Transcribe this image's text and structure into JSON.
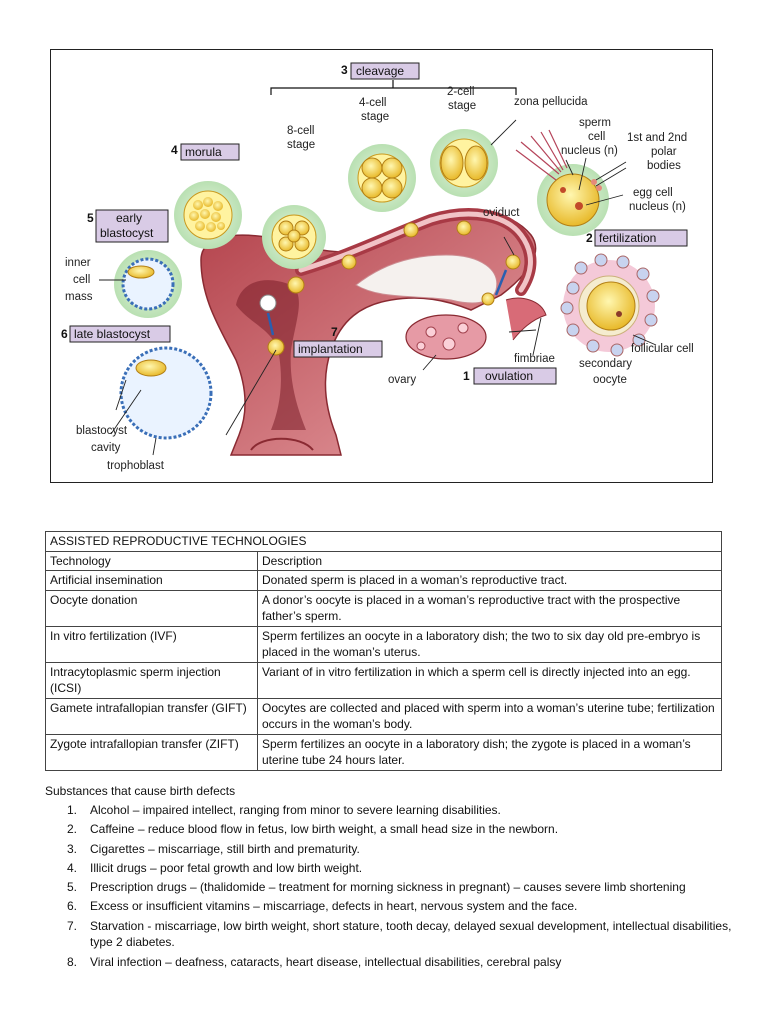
{
  "figure": {
    "labels": {
      "cleavage_num": "3",
      "cleavage": "cleavage",
      "four_cell_1": "4-cell",
      "four_cell_2": "stage",
      "two_cell_1": "2-cell",
      "two_cell_2": "stage",
      "eight_cell_1": "8-cell",
      "eight_cell_2": "stage",
      "zona": "zona pellucida",
      "sperm1": "sperm",
      "sperm2": "cell",
      "sperm3": "nucleus (n)",
      "polar1": "1st and 2nd",
      "polar2": "polar",
      "polar3": "bodies",
      "egg1": "egg cell",
      "egg2": "nucleus (n)",
      "morula_num": "4",
      "morula": "morula",
      "early_num": "5",
      "early1": "early",
      "early2": "blastocyst",
      "oviduct": "oviduct",
      "fert_num": "2",
      "fertilization": "fertilization",
      "inner1": "inner",
      "inner2": "cell",
      "inner3": "mass",
      "late_num": "6",
      "late": "late blastocyst",
      "impl_num": "7",
      "implantation": "implantation",
      "follicular": "follicular cell",
      "fimbriae": "fimbriae",
      "secondary1": "secondary",
      "secondary2": "oocyte",
      "ovary": "ovary",
      "ovul_num": "1",
      "ovulation": "ovulation",
      "cavity1": "blastocyst",
      "cavity2": "cavity",
      "trophoblast": "trophoblast"
    }
  },
  "table": {
    "title": "ASSISTED REPRODUCTIVE TECHNOLOGIES",
    "headers": [
      "Technology",
      "Description"
    ],
    "rows": [
      [
        "Artificial insemination",
        "Donated sperm is placed in a woman’s reproductive tract."
      ],
      [
        "Oocyte donation",
        "A donor’s oocyte is placed in a woman’s reproductive tract with the prospective father’s sperm."
      ],
      [
        "In vitro fertilization (IVF)",
        "Sperm fertilizes an oocyte in a laboratory dish; the two to six day old pre-embryo is placed in the woman’s uterus."
      ],
      [
        "Intracytoplasmic sperm injection (ICSI)",
        "Variant of in vitro fertilization in which a sperm cell is directly injected into an egg."
      ],
      [
        "Gamete intrafallopian transfer (GIFT)",
        "Oocytes are collected and placed with sperm into a woman’s uterine tube; fertilization occurs in the woman’s body."
      ],
      [
        "Zygote intrafallopian transfer (ZIFT)",
        "Sperm fertilizes an oocyte in a laboratory dish; the zygote is placed in a woman’s uterine tube 24 hours later."
      ]
    ]
  },
  "defects": {
    "title": "Substances that cause birth defects",
    "items": [
      {
        "num": "1.",
        "text": "Alcohol – impaired intellect, ranging from minor to severe learning disabilities."
      },
      {
        "num": "2.",
        "text": "Caffeine – reduce blood flow in fetus, low birth weight, a small head size in the newborn."
      },
      {
        "num": "3.",
        "text": "Cigarettes – miscarriage, still birth and prematurity."
      },
      {
        "num": "4.",
        "text": "Illicit drugs – poor fetal growth and low birth weight."
      },
      {
        "num": "5.",
        "text": "Prescription drugs – (thalidomide – treatment for morning sickness in pregnant) – causes severe limb shortening"
      },
      {
        "num": "6.",
        "text": "Excess or insufficient vitamins – miscarriage, defects in heart, nervous system and the face."
      },
      {
        "num": "7.",
        "text": "Starvation -  miscarriage, low birth weight, short stature, tooth decay, delayed sexual development, intellectual disabilities, type 2 diabetes."
      },
      {
        "num": "8.",
        "text": "Viral infection – deafness, cataracts, heart disease, intellectual disabilities, cerebral palsy"
      }
    ]
  }
}
